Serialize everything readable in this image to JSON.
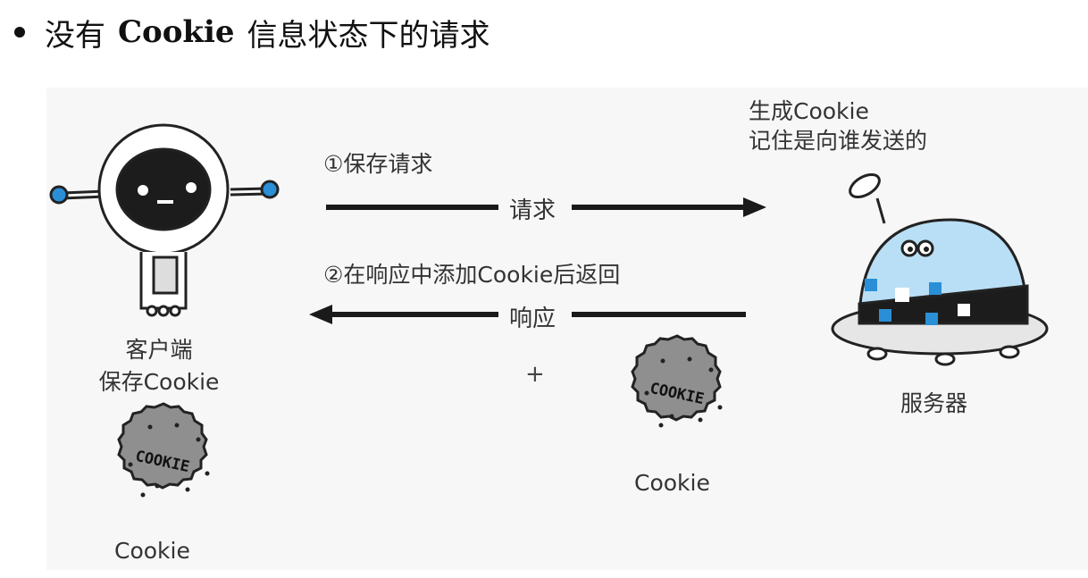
{
  "heading": {
    "bullet_icon": "bullet-dot",
    "text_before": "没有",
    "text_bold": "Cookie",
    "text_after": "信息状态下的请求"
  },
  "diagram": {
    "step1_label": "①保存请求",
    "request_label": "请求",
    "step2_label": "②在响应中添加Cookie后返回",
    "response_label": "响应",
    "plus_sign": "+",
    "client_line1": "客户端",
    "client_line2": "保存Cookie",
    "client_cookie_label": "Cookie",
    "response_cookie_label": "Cookie",
    "server_note_line1": "生成Cookie",
    "server_note_line2": "记住是向谁发送的",
    "server_label": "服务器",
    "cookie_text": "COOKIE",
    "client_icon": "robot-client-icon",
    "server_icon": "robot-server-icon",
    "cookie_icon": "cookie-icon"
  },
  "colors": {
    "panel_bg": "#f7f7f7",
    "line": "#1a1a1a",
    "robot_blue": "#2a8fd6",
    "dome_blue": "#b9dff6",
    "cookie_gray": "#8f8f8f"
  }
}
